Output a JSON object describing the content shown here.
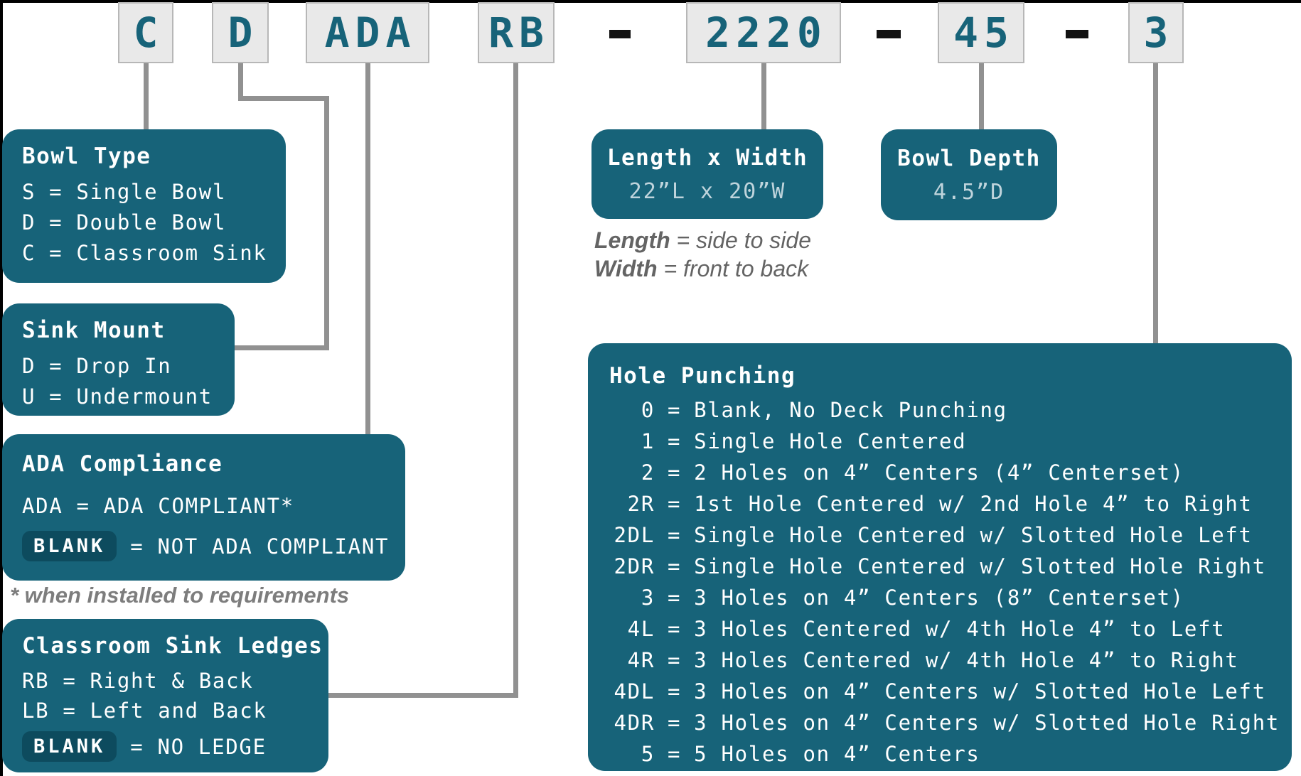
{
  "colors": {
    "teal": "#176379",
    "teal_dark": "#0d4b5e",
    "connector_gray": "#919191",
    "code_box_bg": "#e9e9e9",
    "note_gray": "#646464",
    "footnote_gray": "#7d7d7d"
  },
  "eq": "=",
  "code_row": {
    "dash": "–",
    "boxes": [
      {
        "label": "C"
      },
      {
        "label": "D"
      },
      {
        "label": "ADA"
      },
      {
        "label": "RB"
      },
      {
        "label": "2220"
      },
      {
        "label": "45"
      },
      {
        "label": "3"
      }
    ]
  },
  "callouts": {
    "bowl_type": {
      "title": "Bowl Type",
      "rows": [
        [
          "S",
          "Single Bowl"
        ],
        [
          "D",
          "Double Bowl"
        ],
        [
          "C",
          "Classroom Sink"
        ]
      ]
    },
    "sink_mount": {
      "title": "Sink Mount",
      "rows": [
        [
          "D",
          "Drop In"
        ],
        [
          "U",
          "Undermount"
        ]
      ]
    },
    "ada": {
      "title": "ADA Compliance",
      "rows": [
        [
          "ADA",
          "ADA COMPLIANT*"
        ],
        [
          "BLANK",
          "NOT ADA COMPLIANT"
        ]
      ],
      "footnote": "* when installed to requirements"
    },
    "ledges": {
      "title": "Classroom Sink Ledges",
      "rows": [
        [
          "RB",
          "Right & Back"
        ],
        [
          "LB",
          "Left and Back"
        ],
        [
          "BLANK",
          "NO LEDGE"
        ]
      ]
    },
    "length_width": {
      "title": "Length x Width",
      "value": "22”L x 20”W",
      "notes": [
        [
          "Length",
          "side to side"
        ],
        [
          "Width",
          "front to back"
        ]
      ]
    },
    "bowl_depth": {
      "title": "Bowl Depth",
      "value": "4.5”D"
    },
    "hole_punching": {
      "title": "Hole Punching",
      "rows": [
        [
          "0",
          "Blank, No Deck Punching"
        ],
        [
          "1",
          "Single Hole Centered"
        ],
        [
          "2",
          "2 Holes on 4” Centers (4” Centerset)"
        ],
        [
          "2R",
          "1st Hole Centered w/ 2nd Hole 4” to Right"
        ],
        [
          "2DL",
          "Single Hole Centered w/ Slotted Hole Left"
        ],
        [
          "2DR",
          "Single Hole Centered w/ Slotted Hole Right"
        ],
        [
          "3",
          "3 Holes on 4” Centers (8” Centerset)"
        ],
        [
          "4L",
          "3 Holes Centered w/ 4th Hole 4” to Left"
        ],
        [
          "4R",
          "3 Holes Centered w/ 4th Hole 4” to Right"
        ],
        [
          "4DL",
          "3 Holes on 4” Centers w/ Slotted Hole Left"
        ],
        [
          "4DR",
          "3 Holes on 4” Centers w/ Slotted Hole Right"
        ],
        [
          "5",
          "5 Holes on 4” Centers"
        ]
      ]
    }
  }
}
